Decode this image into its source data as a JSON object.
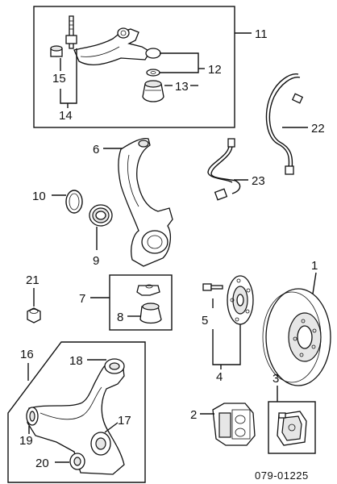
{
  "callouts": {
    "c1": "1",
    "c2": "2",
    "c3": "3",
    "c4": "4",
    "c5": "5",
    "c6": "6",
    "c7": "7",
    "c8": "8",
    "c9": "9",
    "c10": "10",
    "c11": "11",
    "c12": "12",
    "c13": "13",
    "c14": "14",
    "c15": "15",
    "c16": "16",
    "c17": "17",
    "c18": "18",
    "c19": "19",
    "c20": "20",
    "c21": "21",
    "c22": "22",
    "c23": "23"
  },
  "diagram_code": "079-01225"
}
